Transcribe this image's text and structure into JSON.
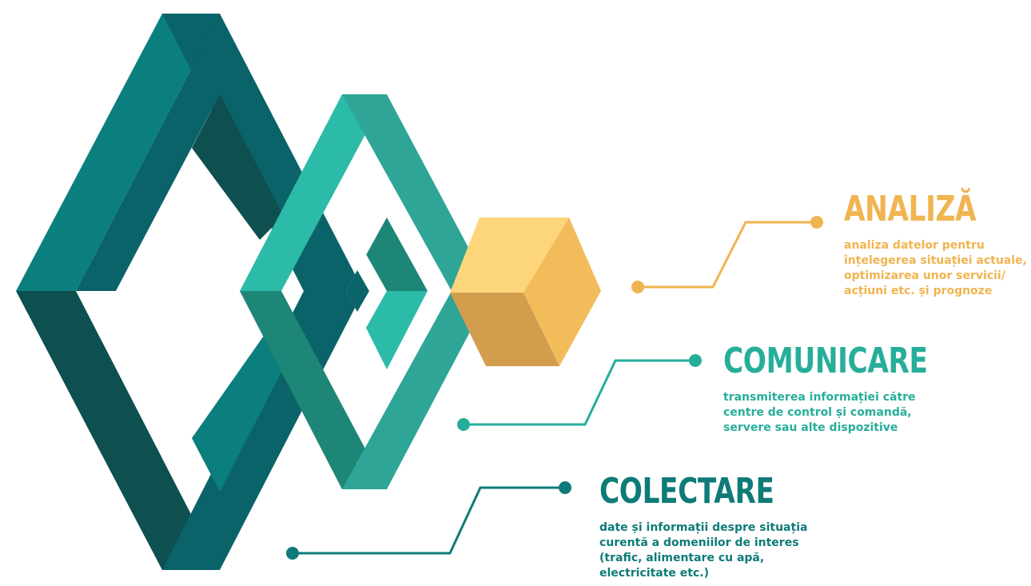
{
  "colors": {
    "analiza": "#F0B450",
    "comunicare": "#26AE9A",
    "colectare": "#0E7B78",
    "big_frame_light": "#0A7F7E",
    "big_frame_mid": "#0B636A",
    "big_frame_dark": "#0E4F50",
    "mid_frame_light": "#2BBBA8",
    "mid_frame_mid": "#2EA596",
    "mid_frame_dark": "#1E8676",
    "cube_top": "#FDD57A",
    "cube_right": "#F2BC5A",
    "cube_left": "#D29E4E"
  },
  "stages": [
    {
      "id": "analiza",
      "title": "ANALIZĂ",
      "description": "analiza datelor pentru\nînțelegerea situației actuale,\noptimizarea unor servicii/\nacțiuni etc. și prognoze"
    },
    {
      "id": "comunicare",
      "title": "COMUNICARE",
      "description": "transmiterea informației către\ncentre de control și comandă,\nservere sau alte dispozitive"
    },
    {
      "id": "colectare",
      "title": "COLECTARE",
      "description": "date și informații despre situația\ncurentă a domeniilor de interes\n(trafic, alimentare cu apă,\nelectricitate etc.)"
    }
  ]
}
